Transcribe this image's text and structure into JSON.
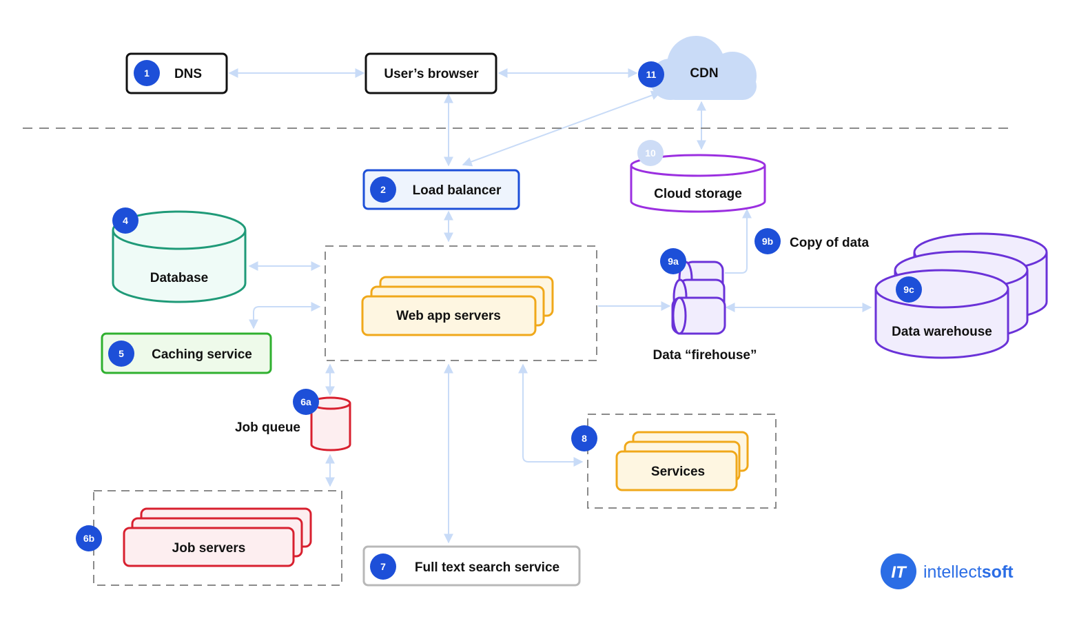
{
  "nodes": {
    "dns": {
      "badge": "1",
      "label": "DNS"
    },
    "browser": {
      "label": "User’s browser"
    },
    "cdn": {
      "badge": "11",
      "label": "CDN"
    },
    "load_balancer": {
      "badge": "2",
      "label": "Load balancer"
    },
    "cloud_storage": {
      "badge": "10",
      "label": "Cloud storage"
    },
    "database": {
      "badge": "4",
      "label": "Database"
    },
    "caching": {
      "badge": "5",
      "label": "Caching service"
    },
    "web_app": {
      "label": "Web app servers"
    },
    "job_queue": {
      "badge": "6a",
      "label": "Job queue"
    },
    "job_servers": {
      "badge": "6b",
      "label": "Job servers"
    },
    "full_text_search": {
      "badge": "7",
      "label": "Full text search service"
    },
    "services": {
      "badge": "8",
      "label": "Services"
    },
    "firehouse": {
      "badge": "9a",
      "label": "Data “firehouse”"
    },
    "copy_of_data": {
      "badge": "9b",
      "label": "Copy of data"
    },
    "data_warehouse": {
      "badge": "9c",
      "label": "Data warehouse"
    }
  },
  "logo": {
    "part1": "intellect",
    "part2": "soft",
    "mark": "IT"
  },
  "colors": {
    "badge": "#1d4fd8",
    "badge_faded": "#cddcf6",
    "connector": "#c8dbf7",
    "cdn_cloud": "#c9dbf7",
    "load_balancer": "#1d4fd8",
    "cloud_storage": "#9b2fe0",
    "database": "#1f9a78",
    "caching": "#2fb02f",
    "web_app": "#f0a81a",
    "job": "#d8202f",
    "warehouse": "#6a32d8",
    "logo": "#2b6de5"
  }
}
